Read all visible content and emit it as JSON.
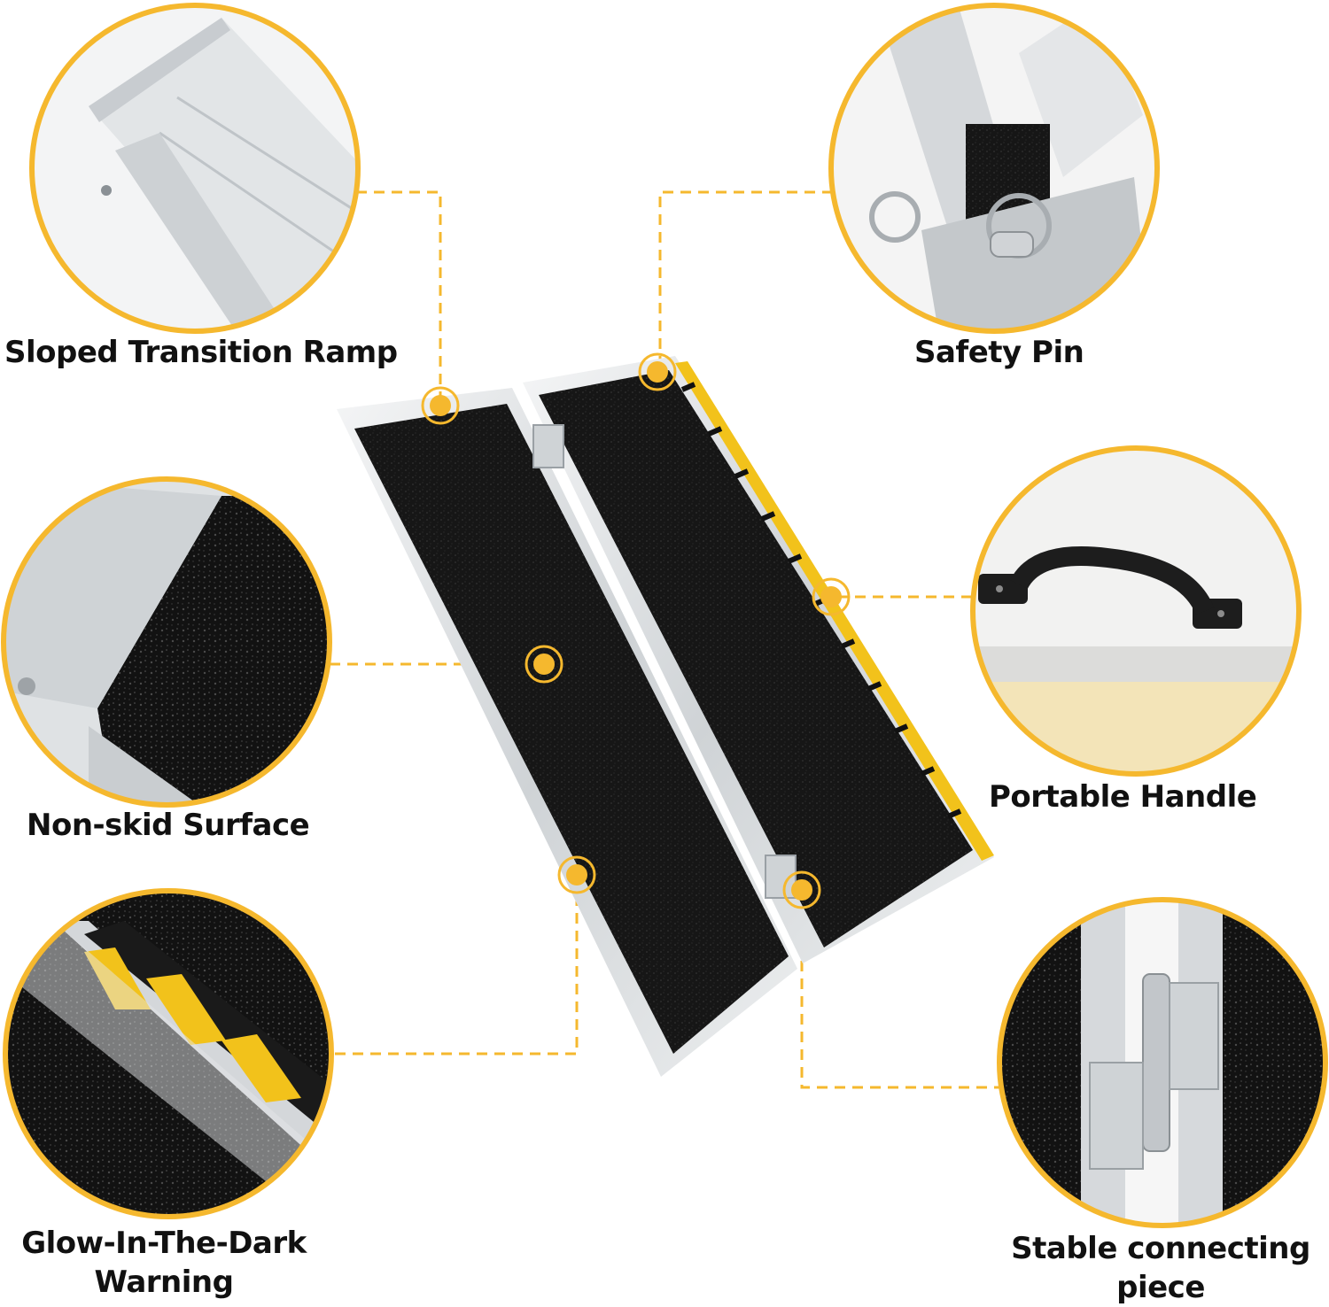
{
  "colors": {
    "accent": "#F5B82E",
    "surface": "#1A1A1A",
    "aluminum": "#D9DCDF",
    "reflective": "#F2C21B"
  },
  "features": {
    "sloped_transition_ramp": {
      "label": "Sloped Transition Ramp",
      "icon": "ramp-edge-closeup"
    },
    "safety_pin": {
      "label": "Safety Pin",
      "icon": "pin-ring-closeup"
    },
    "non_skid_surface": {
      "label": "Non-skid Surface",
      "icon": "grit-surface-closeup"
    },
    "portable_handle": {
      "label": "Portable Handle",
      "icon": "handle-closeup"
    },
    "glow_warning": {
      "line1": "Glow-In-The-Dark",
      "line2": "Warning",
      "icon": "reflective-strip-closeup"
    },
    "stable_connecting_piece": {
      "line1": "Stable connecting",
      "line2": "piece",
      "icon": "hinge-closeup"
    }
  }
}
